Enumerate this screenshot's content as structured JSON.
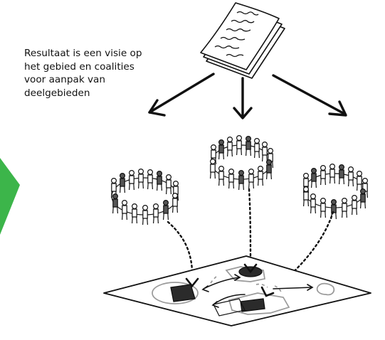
{
  "caption": {
    "lines": [
      "Resultaat is een visie op",
      "het gebied en coalities",
      "voor aanpak van",
      "deelgebieden"
    ]
  },
  "colors": {
    "ink": "#111111",
    "accent_arrow": "#3cb54a",
    "highlight_fill": "#2b2b2b",
    "dark_figure": "#555555",
    "faint_outline": "#9a9a9a"
  },
  "icons": {
    "document": "document-stack-icon",
    "group": "people-circle-icon",
    "map": "area-map-icon"
  }
}
